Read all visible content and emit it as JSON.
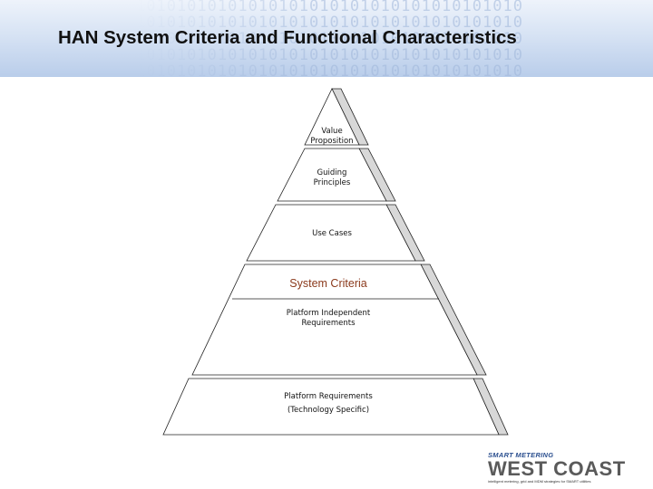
{
  "slide": {
    "title": "HAN System Criteria and Functional Characteristics"
  },
  "header_decoration": {
    "pattern_text": "10101010101010101010101010101010101010"
  },
  "pyramid": {
    "levels": [
      {
        "label_line1": "Value",
        "label_line2": "Proposition"
      },
      {
        "label_line1": "Guiding",
        "label_line2": "Principles"
      },
      {
        "label_line1": "Use Cases"
      },
      {
        "heading": "System Criteria",
        "label_line1": "Platform Independent",
        "label_line2": "Requirements"
      },
      {
        "label_line1": "Platform Requirements",
        "label_line2": "(Technology Specific)"
      }
    ]
  },
  "logo": {
    "top_text": "SMART METERING",
    "main_text": "WEST COAST",
    "tagline": "intelligent metering, grid and MDM strategies for SMART utilities"
  },
  "colors": {
    "header_gradient_start": "#eef3fb",
    "header_gradient_end": "#b9cdea",
    "criteria_heading": "#8b3a1c",
    "logo_blue": "#2b4f8f"
  }
}
